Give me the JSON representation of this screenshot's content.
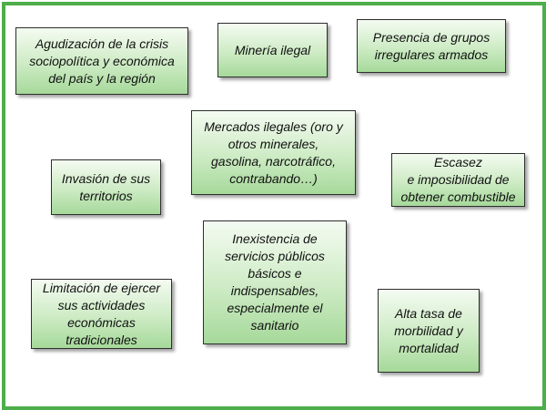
{
  "diagram": {
    "frame_color": "#4eae4a",
    "box_gradient": [
      "#f4fbf1",
      "#cdebc4",
      "#a6d99a"
    ],
    "boxes": {
      "crisis": "Agudización de la crisis\nsociopolítica y económica\ndel país y la región",
      "mineria": "Minería ilegal",
      "grupos": "Presencia de grupos\nirregulares armados",
      "mercados": "Mercados ilegales (oro y\notros minerales,\ngasolina, narcotráfico,\ncontrabando…)",
      "invasion": "Invasión de sus\nterritorios",
      "escasez": "Escasez\ne imposibilidad de\nobtener combustible",
      "servicios": "Inexistencia de\nservicios públicos\nbásicos e\nindispensables,\nespecialmente el\nsanitario",
      "limitacion": "Limitación de ejercer\nsus actividades\neconómicas\ntradicionales",
      "morbilidad": "Alta tasa de\nmorbilidad y\nmortalidad"
    }
  }
}
